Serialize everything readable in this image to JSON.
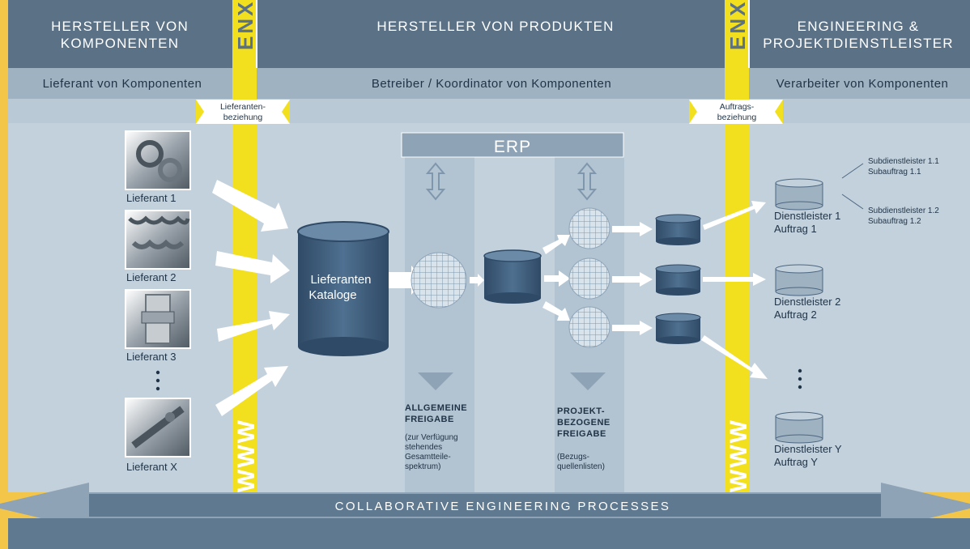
{
  "header": {
    "left_title": [
      "HERSTELLER VON",
      "KOMPONENTEN"
    ],
    "center_title": "HERSTELLER VON PRODUKTEN",
    "right_title": [
      "ENGINEERING &",
      "PROJEKTDIENSTLEISTER"
    ],
    "left_sub": "Lieferant von Komponenten",
    "center_sub": "Betreiber / Koordinator von Komponenten",
    "right_sub": "Verarbeiter von Komponenten"
  },
  "stripes": {
    "enx_label": "ENX",
    "www_label": "WWW"
  },
  "relations": {
    "left": [
      "Lieferanten-",
      "beziehung"
    ],
    "right": [
      "Auftrags-",
      "beziehung"
    ]
  },
  "suppliers": [
    "Lieferant 1",
    "Lieferant 2",
    "Lieferant 3",
    "Lieferant X"
  ],
  "catalog_label": [
    "Lieferanten",
    "Kataloge"
  ],
  "erp_label": "ERP",
  "release_general": {
    "title": [
      "ALLGEMEINE",
      "FREIGABE"
    ],
    "note": [
      "(zur Verfügung",
      "stehendes",
      "Gesamtteile-",
      "spektrum)"
    ]
  },
  "release_project": {
    "title": [
      "PROJEKT-",
      "BEZOGENE",
      "FREIGABE"
    ],
    "note": [
      "(Bezugs-",
      "quellenlisten)"
    ]
  },
  "providers": [
    {
      "name": "Dienstleister 1",
      "order": "Auftrag 1"
    },
    {
      "name": "Dienstleister 2",
      "order": "Auftrag  2"
    },
    {
      "name": "Dienstleister Y",
      "order": "Auftrag  Y"
    }
  ],
  "subproviders": [
    {
      "name": "Subdienstleister 1.1",
      "order": "Subauftrag 1.1"
    },
    {
      "name": "Subdienstleister 1.2",
      "order": "Subauftrag 1.2"
    }
  ],
  "footer": "COLLABORATIVE ENGINEERING PROCESSES",
  "colors": {
    "header_bg": "#5b7186",
    "subheader_bg": "#9fb2c2",
    "main_bg": "#c3d1dd",
    "stripe_yellow": "#f2df1e",
    "footer_bar": "#5f7990",
    "cylinder": "#3f5d7c"
  }
}
